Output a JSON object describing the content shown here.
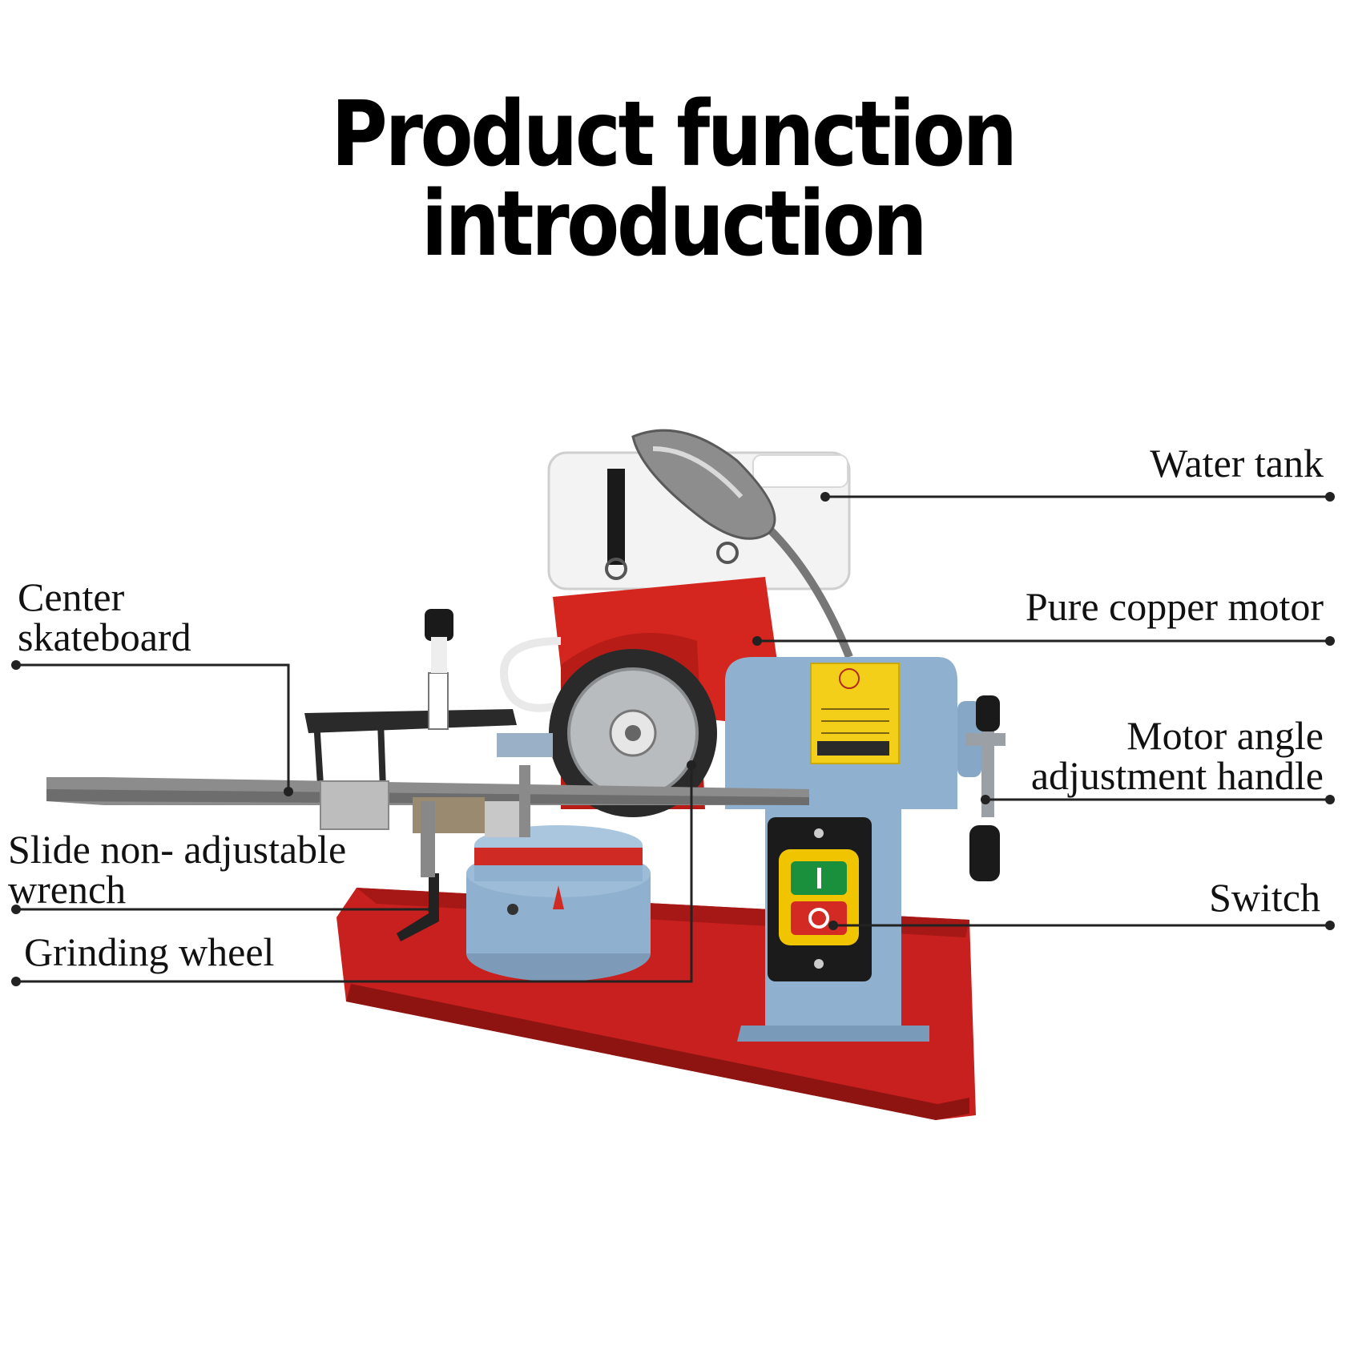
{
  "title": "Product function introduction",
  "callouts": {
    "water_tank": "Water tank",
    "pure_copper_motor": "Pure copper motor",
    "motor_angle_line1": "Motor angle",
    "motor_angle_line2": "adjustment handle",
    "switch": "Switch",
    "center_line1": "Center",
    "center_line2": "skateboard",
    "slide_line1": "Slide non- adjustable",
    "slide_line2": "wrench",
    "grinding_wheel": "Grinding wheel"
  },
  "colors": {
    "base_red": "#c8201e",
    "motor_blue": "#8fb0cf",
    "tank_white": "#f4f4f4",
    "switch_green": "#1a8f3c",
    "switch_red": "#d42a24",
    "switch_yellow": "#f1c400",
    "label_plate_yellow": "#f3cf1a"
  }
}
